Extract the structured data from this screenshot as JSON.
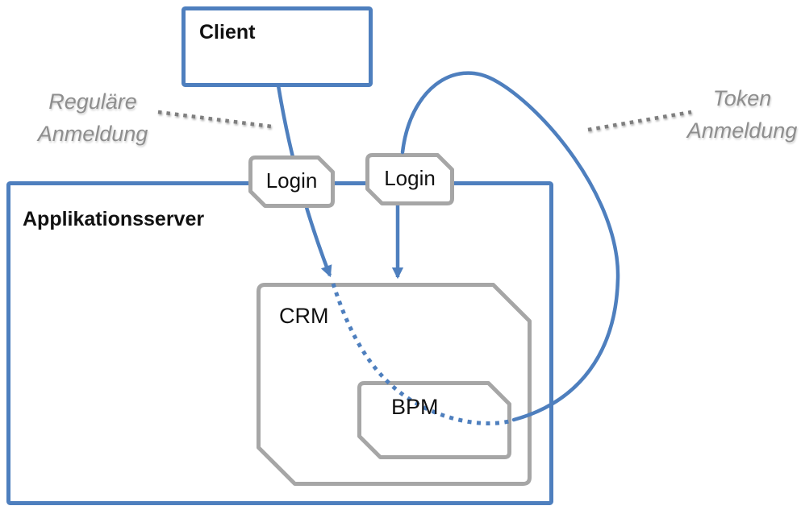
{
  "diagram": {
    "background": "#ffffff",
    "colors": {
      "connector_blue": "#4e7fbe",
      "shape_border_gray": "#a6a6a6",
      "annotation_text_gray": "#8e8e8e",
      "leader_dot_gray": "#7f7f7f",
      "node_text_black": "#111111",
      "shape_fill_white": "#ffffff"
    },
    "nodes": {
      "client": {
        "label": "Client"
      },
      "appserver": {
        "label": "Applikationsserver"
      },
      "login1": {
        "label": "Login"
      },
      "login2": {
        "label": "Login"
      },
      "crm": {
        "label": "CRM"
      },
      "bpm": {
        "label": "BPM"
      }
    },
    "annotations": {
      "regular": {
        "line1": "Reguläre",
        "line2": "Anmeldung"
      },
      "token": {
        "line1": "Token",
        "line2": "Anmeldung"
      }
    },
    "connectors": {
      "regular_flow": "Client to CRM via Login (solid arrow)",
      "login2_flow": "Login to CRM (solid arrow)",
      "token_loop": "BPM loop around to Login (solid curve)",
      "crm_to_bpm": "CRM to BPM (dotted curve)"
    }
  }
}
